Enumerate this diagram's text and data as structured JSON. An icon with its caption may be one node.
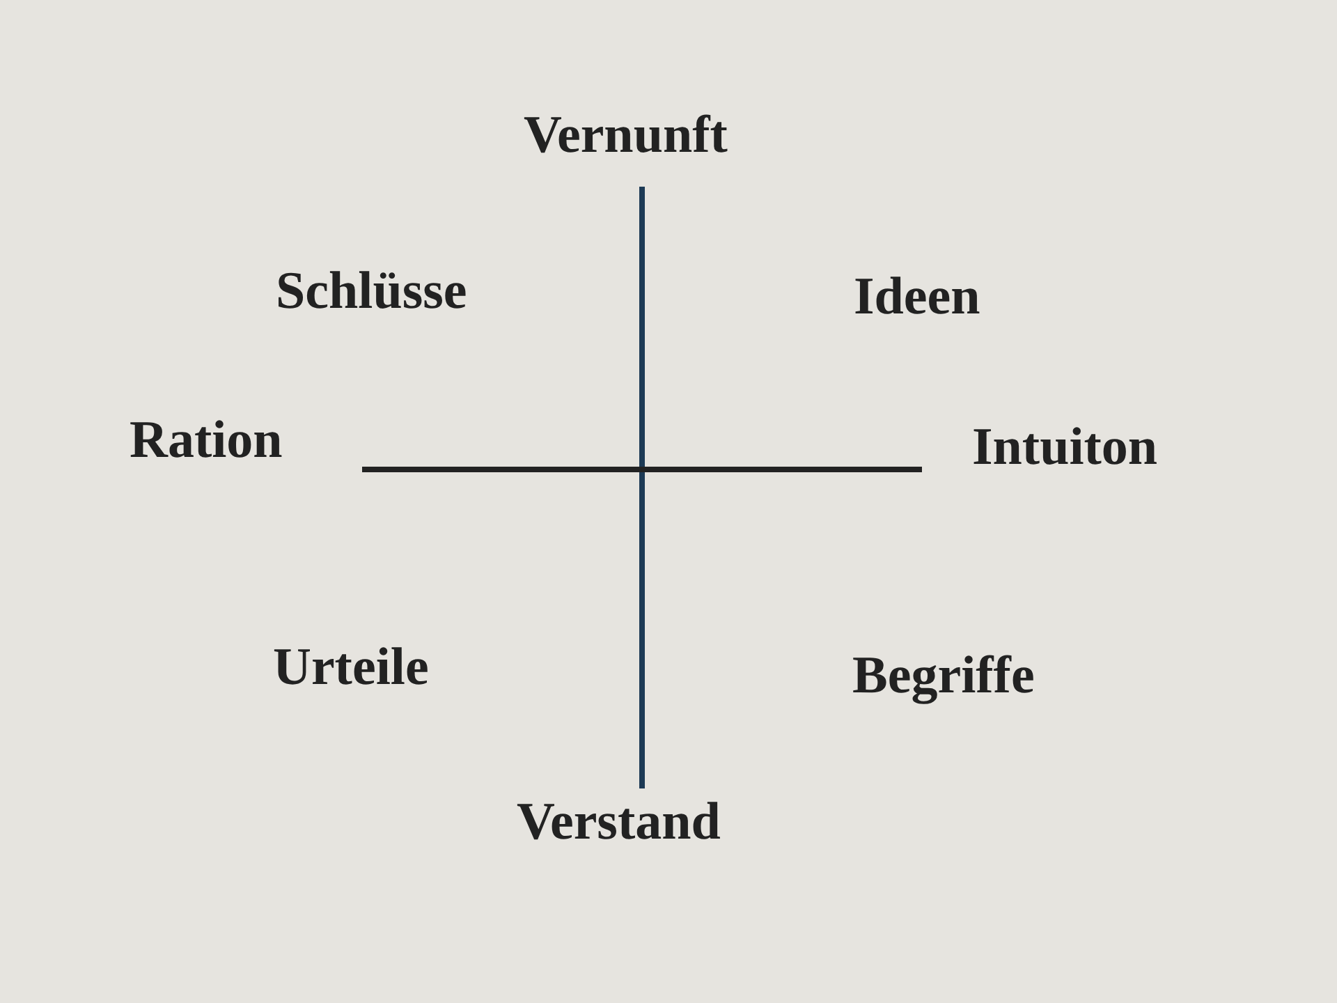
{
  "diagram": {
    "labels": [
      "Vernunft",
      "Schlüsse",
      "Ideen",
      "Ration",
      "Intuiton",
      "Urteile",
      "Begriffe",
      "Verstand"
    ]
  }
}
